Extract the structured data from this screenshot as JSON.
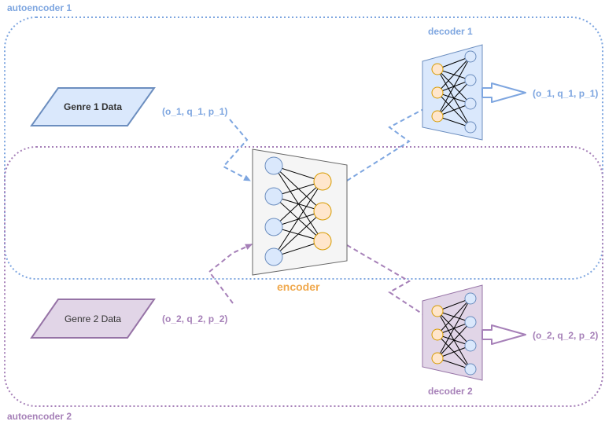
{
  "groups": {
    "autoencoder1": "autoencoder 1",
    "autoencoder2": "autoencoder 2"
  },
  "inputs": {
    "genre1": "Genre 1 Data",
    "genre2": "Genre 2 Data"
  },
  "labels": {
    "encoder": "encoder",
    "decoder1": "decoder 1",
    "decoder2": "decoder 2",
    "latent1": "(o_1, q_1, p_1)",
    "latent2": "(o_2, q_2, p_2)",
    "output1": "(o_1, q_1, p_1)",
    "output2": "(o_2, q_2, p_2)"
  },
  "colors": {
    "blue": "#7ea6e0",
    "purple": "#a680b8",
    "orange": "#f0a94e",
    "blue_fill": "#dae8fc",
    "purple_fill": "#e1d5e7",
    "orange_fill": "#ffe6cc",
    "node_blue_stroke": "#6c8ebf",
    "node_orange_stroke": "#d79b00",
    "encoder_fill": "#f5f5f5",
    "encoder_stroke": "#666666"
  }
}
